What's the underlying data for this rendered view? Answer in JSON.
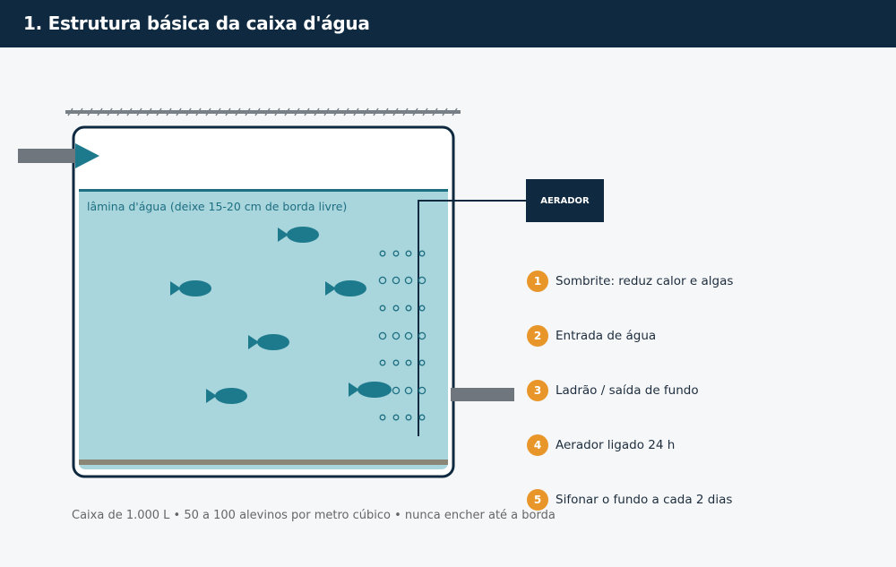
{
  "header": {
    "title": "1. Estrutura básica da caixa d'água"
  },
  "tank": {
    "water_label": "lâmina d'água (deixe 15-20 cm de borda livre)",
    "water_color": "#a9d5dd",
    "wall_color": "#0f2a40",
    "fish_color": "#1d7a8c"
  },
  "aerator": {
    "label": "AERADOR"
  },
  "legend": [
    {
      "number": "1",
      "text": "Sombrite: reduz calor e algas"
    },
    {
      "number": "2",
      "text": "Entrada de água"
    },
    {
      "number": "3",
      "text": "Ladrão / saída de fundo"
    },
    {
      "number": "4",
      "text": "Aerador ligado 24 h"
    },
    {
      "number": "5",
      "text": "Sifonar o fundo a cada 2 dias"
    }
  ],
  "badge_color": "#e8962a",
  "footer": {
    "note": "Caixa de 1.000 L  •  50 a 100 alevinos por metro cúbico  •  nunca encher até a borda"
  }
}
